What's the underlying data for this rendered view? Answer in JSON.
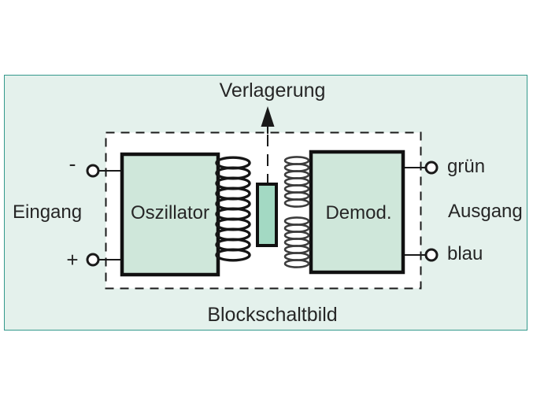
{
  "figure": {
    "caption": "Blockschaltbild",
    "arrow_label": "Verlagerung",
    "blocks": {
      "oscillator": "Oszillator",
      "demodulator": "Demod."
    },
    "input": {
      "label": "Eingang",
      "terminal_top": "-",
      "terminal_bottom": "+"
    },
    "output": {
      "label": "Ausgang",
      "terminal_top": "grün",
      "terminal_bottom": "blau"
    },
    "colors": {
      "panel_background": "#e4f1ec",
      "panel_border": "#33998c",
      "block_fill": "#cfe7da",
      "core_fill": "#a3d9c3",
      "line_color": "#1a1a1a",
      "text_color": "#262626"
    }
  }
}
